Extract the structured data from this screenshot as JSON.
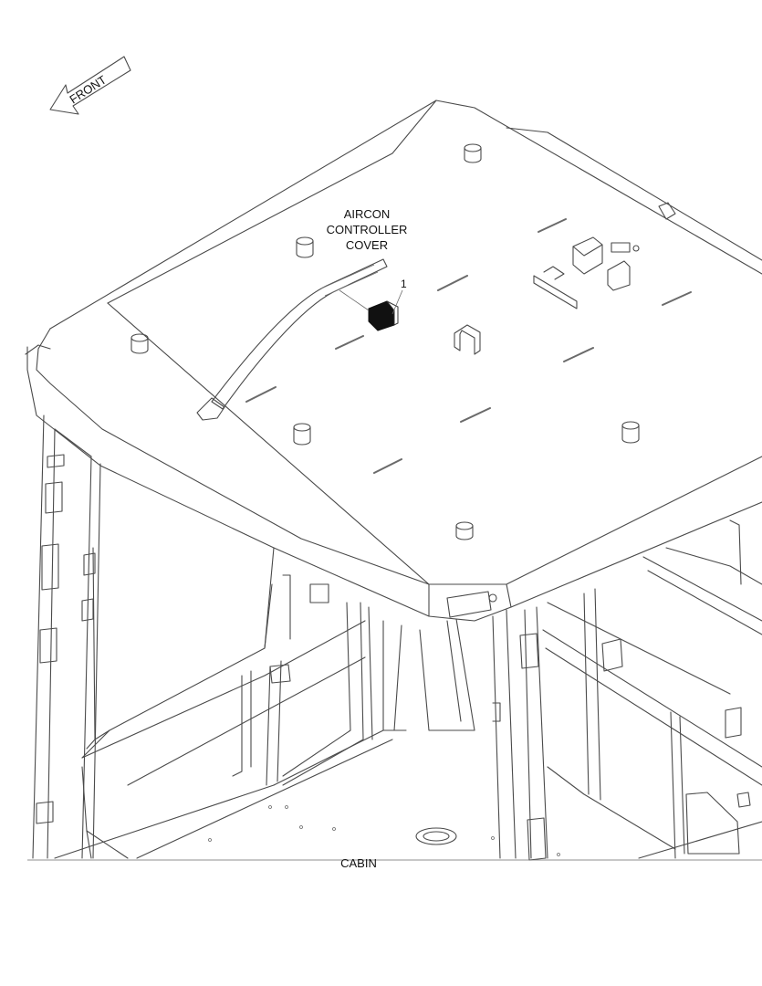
{
  "front_arrow": {
    "label": "FRONT"
  },
  "labels": {
    "aircon_line1": "AIRCON",
    "aircon_line2": "CONTROLLER",
    "aircon_line3": "COVER",
    "callout_number": "1",
    "caption": "CABIN"
  },
  "colors": {
    "line": "#4a4a4a",
    "part_fill": "#111111"
  }
}
